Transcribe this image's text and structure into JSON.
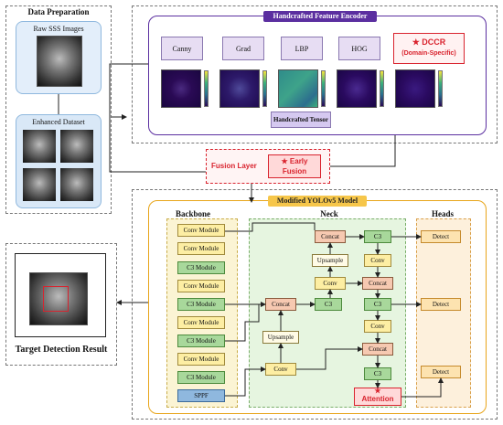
{
  "data_prep": {
    "title": "Data Preparation",
    "raw_label": "Raw SSS Images",
    "enhanced_label": "Enhanced Dataset"
  },
  "encoder": {
    "title": "Handcrafted Feature Encoder",
    "features": [
      "Canny",
      "Grad",
      "LBP",
      "HOG"
    ],
    "dccr_title": "★ DCCR",
    "dccr_sub": "(Domain-Specific)",
    "tensor": "Handcrafted Tensor"
  },
  "fusion": {
    "label": "Fusion Layer",
    "early": "★ Early\nFusion"
  },
  "yolo": {
    "title": "Modified YOLOv5 Model",
    "backbone": "Backbone",
    "neck": "Neck",
    "heads": "Heads",
    "backbone_modules": [
      "Conv Module",
      "Conv Module",
      "C3 Module",
      "Conv Module",
      "C3 Module",
      "Conv Module",
      "C3 Module",
      "Conv Module",
      "C3 Module",
      "SPPF"
    ],
    "neck_labels": {
      "concat": "Concat",
      "c3": "C3",
      "conv": "Conv",
      "upsample": "Upsample",
      "attention_star": "★",
      "attention": "Attention"
    },
    "detect": "Detect"
  },
  "result": {
    "title": "Target Detection Result"
  },
  "colors": {
    "encoder_border": "#5b2fa0",
    "yolo_border": "#e8a51a",
    "accent_red": "#d9232e",
    "data_blue": "#8fb8de"
  }
}
